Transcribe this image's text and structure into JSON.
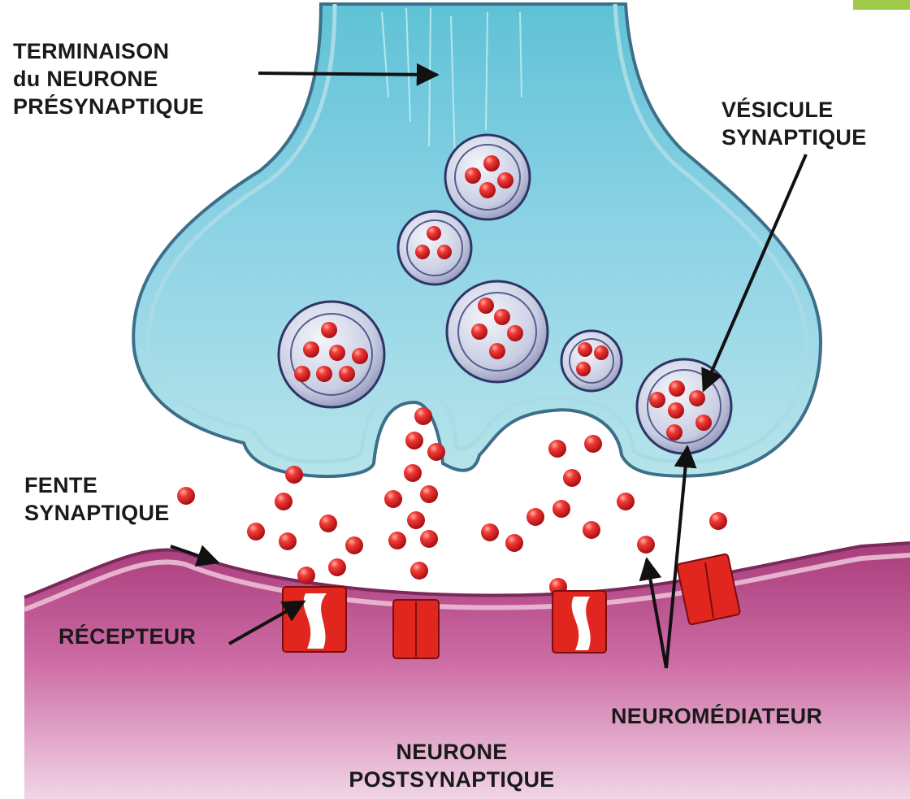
{
  "labels": {
    "terminaison": [
      "TERMINAISON",
      "du NEURONE",
      "PRÉSYNAPTIQUE"
    ],
    "vesicule": [
      "VÉSICULE",
      "SYNAPTIQUE"
    ],
    "fente": [
      "FENTE",
      "SYNAPTIQUE"
    ],
    "recepteur": "RÉCEPTEUR",
    "neuromediateur": "NEUROMÉDIATEUR",
    "postsynaptique": [
      "NEURONE",
      "POSTSYNAPTIQUE"
    ]
  },
  "colors": {
    "presynaptic_fill": "#8fd3e6",
    "presynaptic_outline": "#3d6f8a",
    "postsynaptic_fill": "#c9629a",
    "neurotransmitter": "#e0262b",
    "receptor": "#e0261f",
    "vesicle": "#c8cde0"
  }
}
